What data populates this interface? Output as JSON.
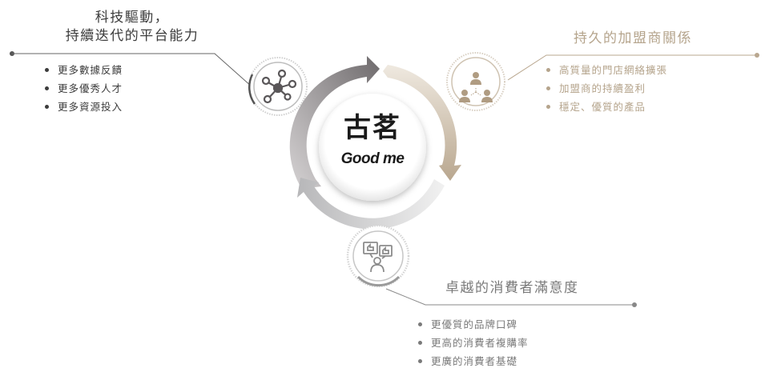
{
  "center": {
    "title_cn": "古茗",
    "title_en": "Good me"
  },
  "colors": {
    "tech_accent": "#5a5759",
    "franchise_accent": "#b9a78f",
    "consumer_accent": "#9a9a9a",
    "text_dark": "#3a3a3a"
  },
  "sections": [
    {
      "id": "tech",
      "icon": "network-nodes-icon",
      "title_line1": "科技驅動，",
      "title_line2": "持續迭代的平台能力",
      "items": [
        "更多數據反饋",
        "更多優秀人才",
        "更多資源投入"
      ]
    },
    {
      "id": "franchise",
      "icon": "franchisee-people-icon",
      "title_line1": "持久的加盟商關係",
      "items": [
        "高質量的門店網絡擴張",
        "加盟商的持續盈利",
        "穩定、優質的產品"
      ]
    },
    {
      "id": "consumer",
      "icon": "consumer-feedback-icon",
      "title_line1": "卓越的消費者滿意度",
      "items": [
        "更優質的品牌口碑",
        "更高的消費者複購率",
        "更廣的消費者基礎"
      ]
    }
  ]
}
